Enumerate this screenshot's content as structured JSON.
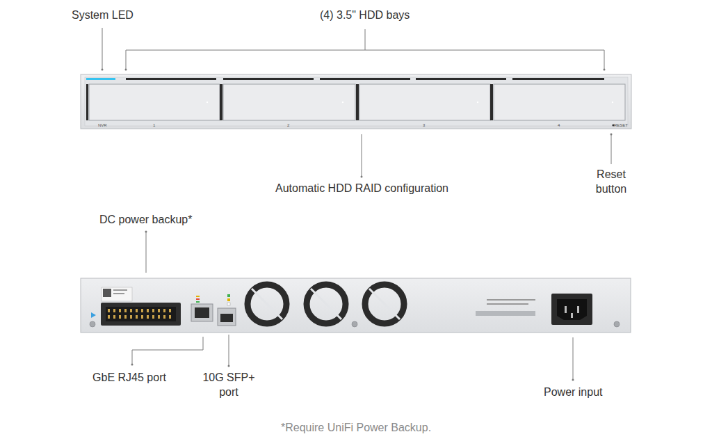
{
  "diagram": {
    "labels": [
      "System LED",
      "(4) 3.5\" HDD bays",
      "NVR",
      "1",
      "2",
      "3",
      "4",
      "RESET",
      "Automatic HDD RAID configuration",
      "Reset button",
      "DC power backup*",
      "GbE RJ45 port",
      "10G SFP+ port",
      "Power input",
      "*Require UniFi Power Backup."
    ]
  }
}
